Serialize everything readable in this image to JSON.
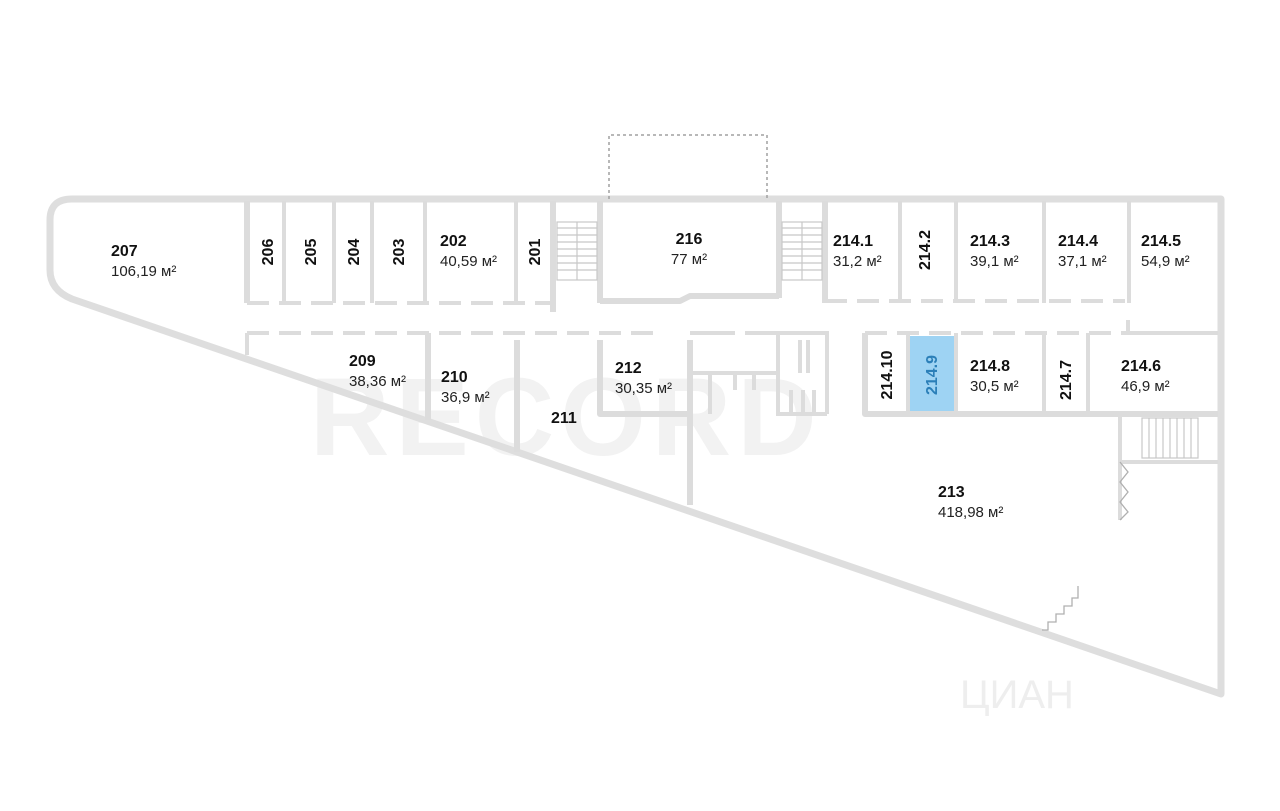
{
  "watermark": {
    "brand": "RECORD",
    "listing": "ЦИАН"
  },
  "rooms": [
    {
      "id": "207",
      "area": "106,19 м²"
    },
    {
      "id": "206"
    },
    {
      "id": "205"
    },
    {
      "id": "204"
    },
    {
      "id": "203"
    },
    {
      "id": "202",
      "area": "40,59 м²"
    },
    {
      "id": "201"
    },
    {
      "id": "216",
      "area": "77 м²"
    },
    {
      "id": "214.1",
      "area": "31,2 м²"
    },
    {
      "id": "214.2"
    },
    {
      "id": "214.3",
      "area": "39,1 м²"
    },
    {
      "id": "214.4",
      "area": "37,1 м²"
    },
    {
      "id": "214.5",
      "area": "54,9 м²"
    },
    {
      "id": "209",
      "area": "38,36 м²"
    },
    {
      "id": "210",
      "area": "36,9 м²"
    },
    {
      "id": "211"
    },
    {
      "id": "212",
      "area": "30,35 м²"
    },
    {
      "id": "214.10"
    },
    {
      "id": "214.9",
      "highlighted": true
    },
    {
      "id": "214.8",
      "area": "30,5 м²"
    },
    {
      "id": "214.7"
    },
    {
      "id": "214.6",
      "area": "46,9 м²"
    },
    {
      "id": "213",
      "area": "418,98 м²"
    }
  ],
  "colors": {
    "wall": "#dcdcdc",
    "highlight": "#9ed3f3",
    "highlight_text": "#2b7fb8"
  }
}
